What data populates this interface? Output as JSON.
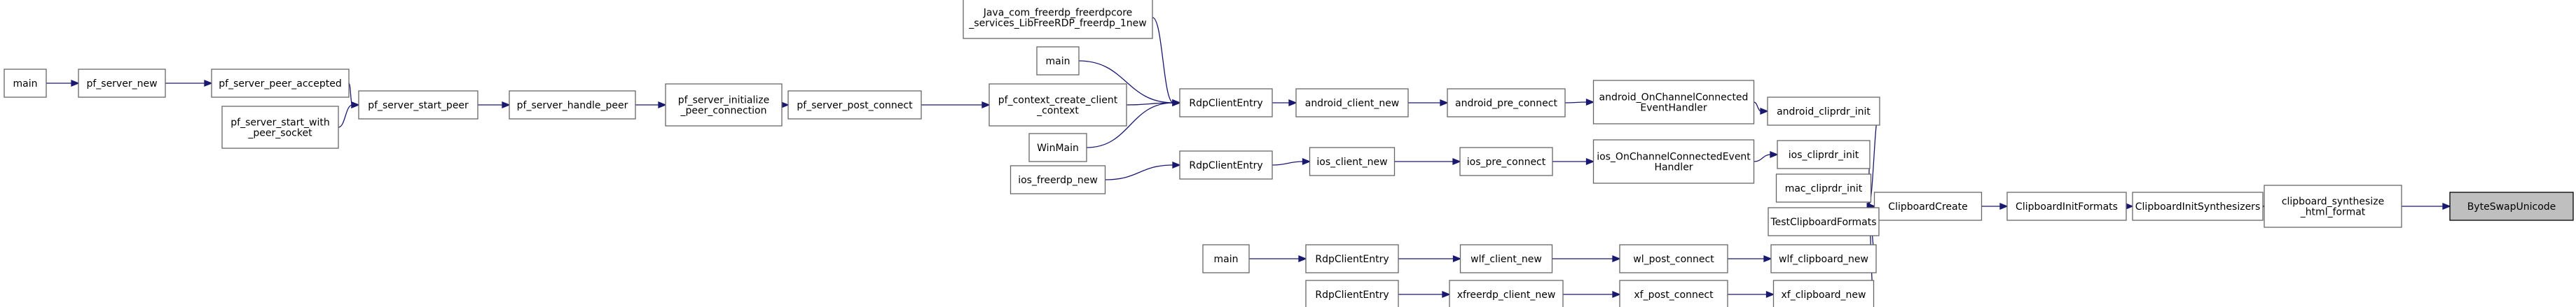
{
  "graph": {
    "title": "",
    "nodes": [
      {
        "id": "ByteSwapUnicode",
        "lines": [
          "ByteSwapUnicode"
        ],
        "root": true
      },
      {
        "id": "clipboard_synthesize_html_format",
        "lines": [
          "clipboard_synthesize",
          "_html_format"
        ]
      },
      {
        "id": "ClipboardInitSynthesizers",
        "lines": [
          "ClipboardInitSynthesizers"
        ]
      },
      {
        "id": "ClipboardInitFormats",
        "lines": [
          "ClipboardInitFormats"
        ]
      },
      {
        "id": "ClipboardCreate",
        "lines": [
          "ClipboardCreate"
        ]
      },
      {
        "id": "android_cliprdr_init",
        "lines": [
          "android_cliprdr_init"
        ]
      },
      {
        "id": "ios_cliprdr_init",
        "lines": [
          "ios_cliprdr_init"
        ]
      },
      {
        "id": "mac_cliprdr_init",
        "lines": [
          "mac_cliprdr_init"
        ]
      },
      {
        "id": "TestClipboardFormats",
        "lines": [
          "TestClipboardFormats"
        ]
      },
      {
        "id": "wlf_clipboard_new",
        "lines": [
          "wlf_clipboard_new"
        ]
      },
      {
        "id": "xf_clipboard_new",
        "lines": [
          "xf_clipboard_new"
        ]
      },
      {
        "id": "android_OnChannelConnectedEventHandler",
        "lines": [
          "android_OnChannelConnected",
          "EventHandler"
        ]
      },
      {
        "id": "ios_OnChannelConnectedEventHandler",
        "lines": [
          "ios_OnChannelConnectedEvent",
          "Handler"
        ]
      },
      {
        "id": "wl_post_connect",
        "lines": [
          "wl_post_connect"
        ]
      },
      {
        "id": "xf_post_connect",
        "lines": [
          "xf_post_connect"
        ]
      },
      {
        "id": "android_pre_connect",
        "lines": [
          "android_pre_connect"
        ]
      },
      {
        "id": "ios_pre_connect",
        "lines": [
          "ios_pre_connect"
        ]
      },
      {
        "id": "wlf_client_new",
        "lines": [
          "wlf_client_new"
        ]
      },
      {
        "id": "xfreerdp_client_new",
        "lines": [
          "xfreerdp_client_new"
        ]
      },
      {
        "id": "android_client_new",
        "lines": [
          "android_client_new"
        ]
      },
      {
        "id": "ios_client_new",
        "lines": [
          "ios_client_new"
        ]
      },
      {
        "id": "RdpClientEntry_wl",
        "lines": [
          "RdpClientEntry"
        ]
      },
      {
        "id": "RdpClientEntry_xf",
        "lines": [
          "RdpClientEntry"
        ]
      },
      {
        "id": "RdpClientEntry_android",
        "lines": [
          "RdpClientEntry"
        ]
      },
      {
        "id": "RdpClientEntry_ios",
        "lines": [
          "RdpClientEntry"
        ]
      },
      {
        "id": "main_wl",
        "lines": [
          "main"
        ]
      },
      {
        "id": "ios_freerdp_new",
        "lines": [
          "ios_freerdp_new"
        ]
      },
      {
        "id": "Java_freerdp_new",
        "lines": [
          "Java_com_freerdp_freerdpcore",
          "_services_LibFreeRDP_freerdp_1new"
        ]
      },
      {
        "id": "main_android",
        "lines": [
          "main"
        ]
      },
      {
        "id": "pf_context_create_client_context",
        "lines": [
          "pf_context_create_client",
          "_context"
        ]
      },
      {
        "id": "WinMain",
        "lines": [
          "WinMain"
        ]
      },
      {
        "id": "pf_server_post_connect",
        "lines": [
          "pf_server_post_connect"
        ]
      },
      {
        "id": "pf_server_initialize_peer_connection",
        "lines": [
          "pf_server_initialize",
          "_peer_connection"
        ]
      },
      {
        "id": "pf_server_handle_peer",
        "lines": [
          "pf_server_handle_peer"
        ]
      },
      {
        "id": "pf_server_start_peer",
        "lines": [
          "pf_server_start_peer"
        ]
      },
      {
        "id": "pf_server_peer_accepted",
        "lines": [
          "pf_server_peer_accepted"
        ]
      },
      {
        "id": "pf_server_start_with_peer_socket",
        "lines": [
          "pf_server_start_with",
          "_peer_socket"
        ]
      },
      {
        "id": "pf_server_new",
        "lines": [
          "pf_server_new"
        ]
      },
      {
        "id": "main_pf",
        "lines": [
          "main"
        ]
      }
    ],
    "edges": [
      [
        "clipboard_synthesize_html_format",
        "ByteSwapUnicode"
      ],
      [
        "ClipboardInitSynthesizers",
        "clipboard_synthesize_html_format"
      ],
      [
        "ClipboardInitFormats",
        "ClipboardInitSynthesizers"
      ],
      [
        "ClipboardCreate",
        "ClipboardInitFormats"
      ],
      [
        "android_cliprdr_init",
        "ClipboardCreate"
      ],
      [
        "ios_cliprdr_init",
        "ClipboardCreate"
      ],
      [
        "mac_cliprdr_init",
        "ClipboardCreate"
      ],
      [
        "TestClipboardFormats",
        "ClipboardCreate"
      ],
      [
        "wlf_clipboard_new",
        "ClipboardCreate"
      ],
      [
        "xf_clipboard_new",
        "ClipboardCreate"
      ],
      [
        "android_OnChannelConnectedEventHandler",
        "android_cliprdr_init"
      ],
      [
        "ios_OnChannelConnectedEventHandler",
        "ios_cliprdr_init"
      ],
      [
        "wl_post_connect",
        "wlf_clipboard_new"
      ],
      [
        "xf_post_connect",
        "xf_clipboard_new"
      ],
      [
        "android_pre_connect",
        "android_OnChannelConnectedEventHandler"
      ],
      [
        "ios_pre_connect",
        "ios_OnChannelConnectedEventHandler"
      ],
      [
        "wlf_client_new",
        "wl_post_connect"
      ],
      [
        "xfreerdp_client_new",
        "xf_post_connect"
      ],
      [
        "android_client_new",
        "android_pre_connect"
      ],
      [
        "ios_client_new",
        "ios_pre_connect"
      ],
      [
        "RdpClientEntry_wl",
        "wlf_client_new"
      ],
      [
        "RdpClientEntry_xf",
        "xfreerdp_client_new"
      ],
      [
        "RdpClientEntry_android",
        "android_client_new"
      ],
      [
        "RdpClientEntry_ios",
        "ios_client_new"
      ],
      [
        "main_wl",
        "RdpClientEntry_wl"
      ],
      [
        "ios_freerdp_new",
        "RdpClientEntry_ios"
      ],
      [
        "Java_freerdp_new",
        "RdpClientEntry_android"
      ],
      [
        "main_android",
        "RdpClientEntry_android"
      ],
      [
        "pf_context_create_client_context",
        "RdpClientEntry_android"
      ],
      [
        "WinMain",
        "RdpClientEntry_android"
      ],
      [
        "pf_server_post_connect",
        "pf_context_create_client_context"
      ],
      [
        "pf_server_initialize_peer_connection",
        "pf_server_post_connect"
      ],
      [
        "pf_server_handle_peer",
        "pf_server_initialize_peer_connection"
      ],
      [
        "pf_server_start_peer",
        "pf_server_handle_peer"
      ],
      [
        "pf_server_peer_accepted",
        "pf_server_start_peer"
      ],
      [
        "pf_server_start_with_peer_socket",
        "pf_server_start_peer"
      ],
      [
        "pf_server_new",
        "pf_server_peer_accepted"
      ],
      [
        "main_pf",
        "pf_server_new"
      ]
    ]
  },
  "colors": {
    "edge": "#191970",
    "node_border": "#666666",
    "root_fill": "#bfbfbf",
    "root_border": "#000000"
  }
}
